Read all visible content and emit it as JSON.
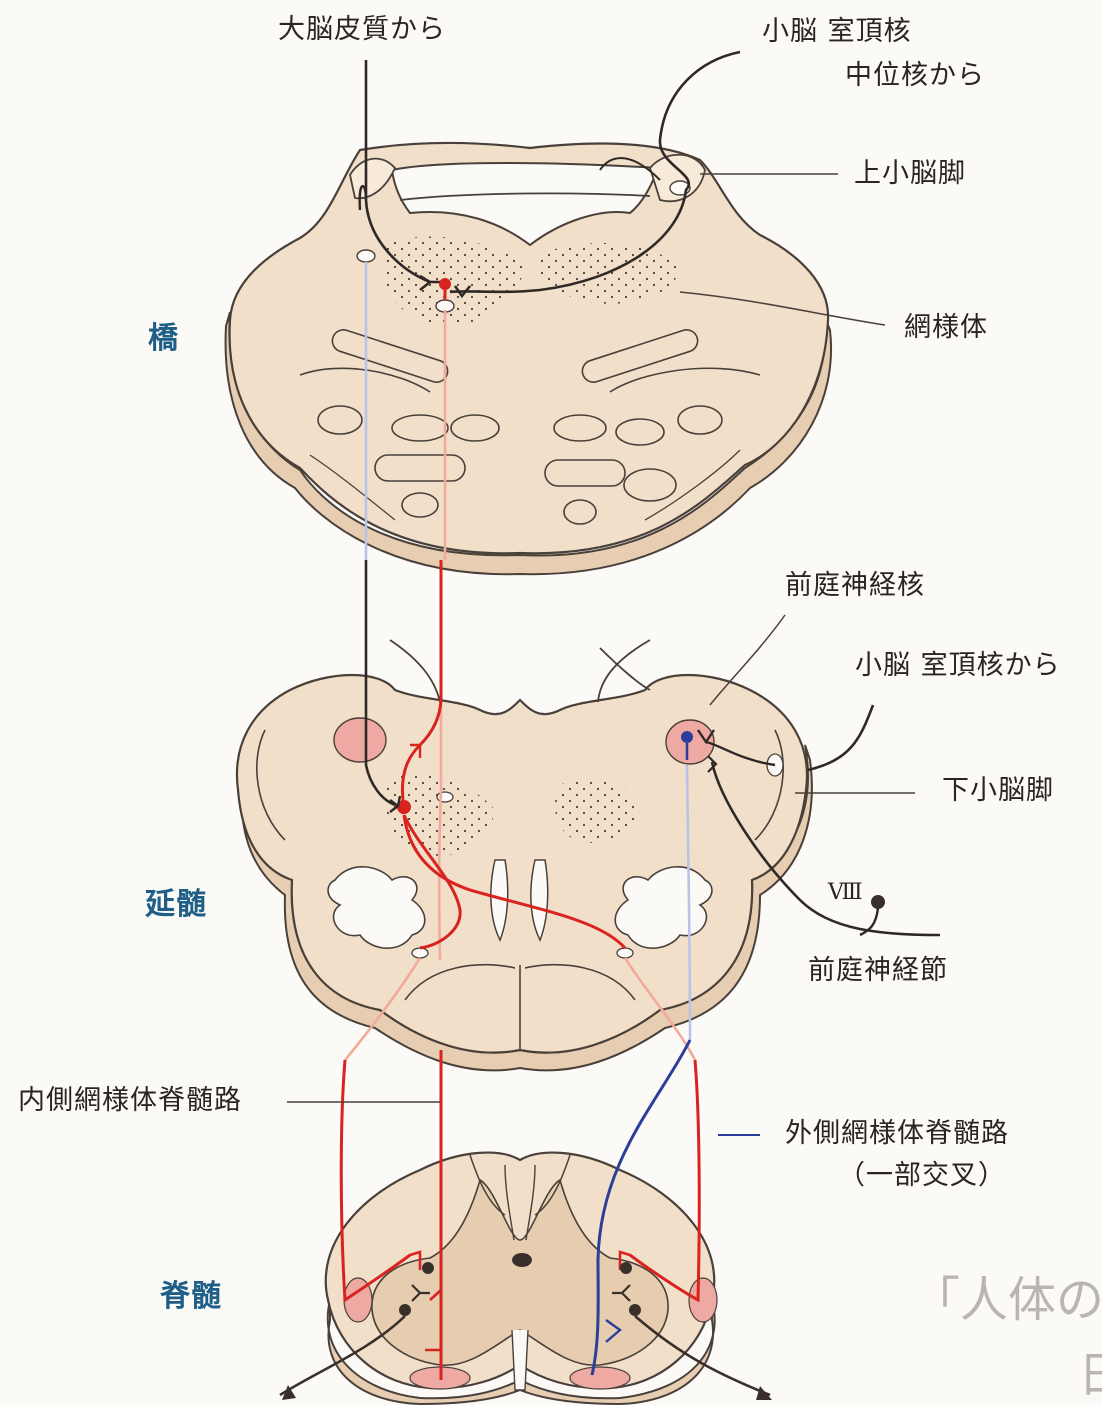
{
  "labels": {
    "from_cortex": "大脳皮質から",
    "cerebellum_top_line1": "小脳  室頂核",
    "cerebellum_top_line2": "中位核から",
    "superior_peduncle": "上小脳脚",
    "reticular_formation": "網様体",
    "vestibular_nucleus": "前庭神経核",
    "cerebellum_fastigial": "小脳  室頂核から",
    "inferior_peduncle": "下小脳脚",
    "cn8": "Ⅷ",
    "vestibular_ganglion": "前庭神経節",
    "medial_tract": "内側網様体脊髄路",
    "lateral_tract": "外側網様体脊髄路",
    "lateral_tract_note": "（一部交叉）"
  },
  "regions": {
    "pons": "橋",
    "medulla": "延髄",
    "spinal_cord": "脊髄"
  },
  "watermark": {
    "line1": "「人体の",
    "line2": "日"
  },
  "colors": {
    "tissue": "#f2dfca",
    "tissue_side": "#e7ceb3",
    "outline": "#4a403a",
    "red_tract": "#d8231f",
    "pale_red": "#f1ab9a",
    "blue_tract": "#2b3f9a",
    "pale_blue": "#b9c3e6",
    "nucleus": "#eeaaa2",
    "region_label": "#1f5e86"
  }
}
